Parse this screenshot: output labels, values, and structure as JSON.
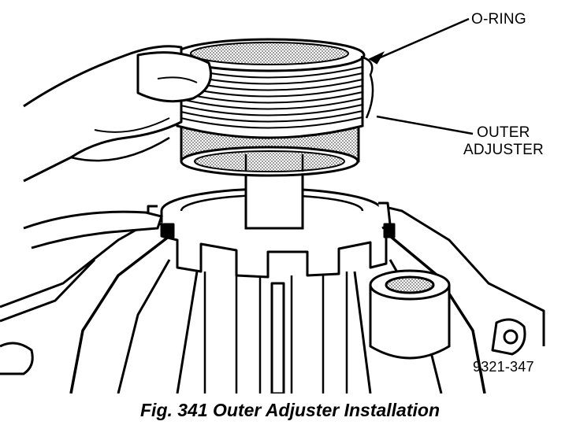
{
  "labels": {
    "o_ring": "O-RING",
    "outer_adjuster_line1": "OUTER",
    "outer_adjuster_line2": "ADJUSTER",
    "figure_number": "9321-347"
  },
  "caption": "Fig. 341 Outer Adjuster Installation",
  "colors": {
    "ink": "#000000",
    "paper": "#ffffff",
    "shade": "#bdbdbd"
  }
}
